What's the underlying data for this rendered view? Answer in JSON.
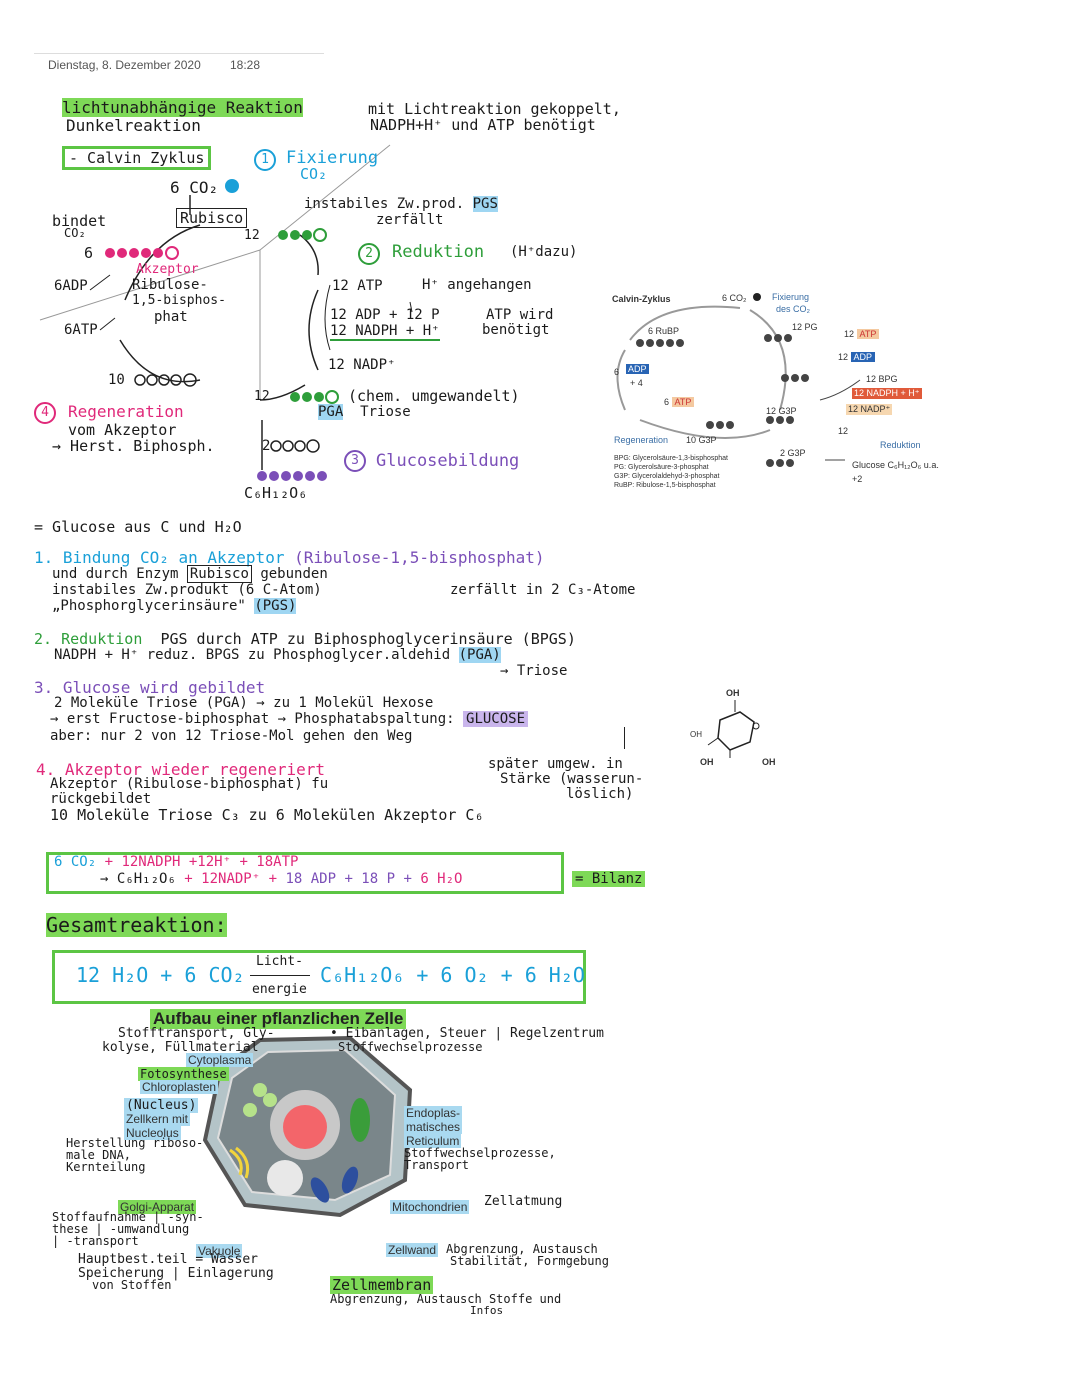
{
  "header": {
    "date": "Dienstag, 8. Dezember 2020",
    "time": "18:28"
  },
  "top": {
    "title1": "lichtunabhängige Reaktion",
    "title2": "Dunkelreaktion",
    "coupled1": "mit Lichtreaktion gekoppelt,",
    "coupled2": "NADPH+H⁺ und ATP benötigt"
  },
  "cycle": {
    "calvin": "- Calvin Zyklus",
    "fix_num": "1",
    "fix": "Fixierung",
    "co2": "CO₂",
    "co2_6": "6 CO₂",
    "rubisco": "Rubisco",
    "bindet": "bindet",
    "bindet_co2": "CO₂",
    "six": "6",
    "akzeptor": "Akzeptor",
    "ribulose1": "Ribulose-",
    "ribulose2": "1,5-bisphos-",
    "ribulose3": "phat",
    "adp6": "6ADP",
    "atp6": "6ATP",
    "ten": "10",
    "twelve1": "12",
    "instabil1": "instabiles Zw.prod.",
    "pgs": "PGS",
    "zerfallt": "zerfällt",
    "red_num": "2",
    "reduktion": "Reduktion",
    "red_note": "(H⁺dazu)",
    "atp12": "12 ATP",
    "h_ang": "H⁺ angehangen",
    "adp12": "12 ADP + 12 P",
    "atp_wird1": "ATP wird",
    "atp_wird2": "benötigt",
    "nadph12": "12 NADPH + H⁺",
    "nadp12": "12 NADP⁺",
    "twelve2": "12",
    "chem": "(chem. umgewandelt)",
    "pga": "PGA",
    "triose": "Triose",
    "two": "2",
    "glc_num": "3",
    "glucosebildung": "Glucosebildung",
    "c6": "C₆H₁₂O₆",
    "reg_num": "4",
    "regeneration": "Regeneration",
    "reg2": "vom Akzeptor",
    "reg3": "→ Herst. Biphosph."
  },
  "printed": {
    "title": "Calvin-Zyklus",
    "co2": "6 CO₂",
    "fix1": "Fixierung",
    "fix2": "des CO₂",
    "rubp": "6 RuBP",
    "pg12": "12 PG",
    "atp12": "12",
    "atp": "ATP",
    "adp12": "12",
    "adp": "ADP",
    "adp_l": "ADP",
    "p4": "+ 4",
    "six": "6",
    "atp6": "6",
    "atp_l": "ATP",
    "bpg12": "12 BPG",
    "nadph": "12 NADPH + H⁺",
    "nadp": "12 NADP⁺",
    "p12": "12",
    "g3p12": "12 G3P",
    "regeneration": "Regeneration",
    "g3p10": "10 G3P",
    "reduktion": "Reduktion",
    "g3p2": "2 G3P",
    "glucose": "Glucose C₆H₁₂O₆ u.a.",
    "p2": "+2",
    "leg1": "BPG:  Glycerolsäure-1,3-bisphosphat",
    "leg2": "PG:    Glycerolsäure-3-phosphat",
    "leg3": "G3P:  Glycerolaldehyd-3-phosphat",
    "leg4": "RuBP: Ribulose-1,5-bisphosphat"
  },
  "notes": {
    "glucose_line": "= Glucose aus C und H₂O",
    "n1a": "1. Bindung CO₂ an Akzeptor",
    "n1b": "(Ribulose-1,5-bisphosphat)",
    "n1c": "und durch Enzym",
    "n1rub": "Rubisco",
    "n1d": "gebunden",
    "n1e": "instabiles Zw.produkt (6 C-Atom)",
    "n1f": "zerfällt in 2 C₃-Atome",
    "n1g": "„Phosphorglycerinsäure\"",
    "n1h": "(PGS)",
    "n2a": "2. Reduktion",
    "n2b": "PGS durch ATP zu Biphosphoglycerinsäure (BPGS)",
    "n2c": "NADPH + H⁺ reduz. BPGS zu Phosphoglycer.aldehid",
    "n2d": "(PGA)",
    "n2e": "→ Triose",
    "n3a": "3. Glucose wird gebildet",
    "n3b": "2 Moleküle Triose (PGA)  → zu 1 Molekül Hexose",
    "n3c": "→ erst Fructose-biphosphat → Phosphatabspaltung:",
    "n3glc": "GLUCOSE",
    "n3d": "aber: nur 2 von 12 Triose-Mol gehen den Weg",
    "n3e": "später umgew. in",
    "n3f": "Stärke (wasserun-",
    "n3g": "löslich)",
    "oh1": "OH",
    "oh2": "OH",
    "oh3": "OH",
    "oh4": "OH",
    "n4a": "4. Akzeptor wieder regeneriert",
    "n4b": "Akzeptor (Ribulose-biphosphat) fu",
    "n4c": "rückgebildet",
    "n4d": "10 Moleküle Triose C₃ zu 6 Molekülen Akzeptor C₆"
  },
  "bilanz": {
    "l1a": "6 CO₂",
    "l1b": "+ 12NADPH +12H⁺ + 18ATP",
    "l2a": "→ C₆H₁₂O₆",
    "l2b": "+ 12NADP⁺ +",
    "l2c": "18 ADP + 18 P +",
    "l2d": "6 H₂O",
    "label": "= Bilanz"
  },
  "gesamt": {
    "title": "Gesamtreaktion:",
    "left": "12 H₂O + 6 CO₂",
    "over": "Licht-",
    "under": "energie",
    "right": "C₆H₁₂O₆ + 6 O₂ + 6 H₂O"
  },
  "cell": {
    "title": "Aufbau einer pflanzlichen Zelle",
    "stoff1": "Stofftransport, Gly-",
    "stoff2": "kolyse, Füllmaterial",
    "cytoplasma": "Cytoplasma",
    "fotos": "Fotosynthese",
    "chloro": "Chloroplasten",
    "nucleus": "(Nucleus)",
    "zellkern1": "Zellkern mit",
    "zellkern2": "Nucleolus",
    "herst1": "Herstellung riboso-",
    "herst2": "male DNA,",
    "herst3": "Kernteilung",
    "eiban1": "• Eibanlagen, Steuer | Regelzentrum",
    "eiban2": "Stoffwechselprozesse",
    "er1": "Endoplas-",
    "er2": "matisches",
    "er3": "Reticulum",
    "er4": "Stoffwechselprozesse,",
    "er5": "Transport",
    "golgi": "Golgi-Apparat",
    "golgi2": "Stoffaufnahme | -syn-",
    "golgi3": "these | -umwandlung",
    "golgi4": "| -transport",
    "mito": "Mitochondrien",
    "zellatmung": "Zellatmung",
    "vakuole": "Vakuole",
    "haupt": "Hauptbest.teil = Wasser",
    "speich1": "Speicherung | Einlagerung",
    "speich2": "von Stoffen",
    "zellwand": "Zellwand",
    "zw1": "Abgrenzung, Austausch",
    "zw2": "Stabilität, Formgebung",
    "membran": "Zellmembran",
    "membran2": "Abgrenzung, Austausch Stoffe und",
    "membran3": "Infos"
  }
}
